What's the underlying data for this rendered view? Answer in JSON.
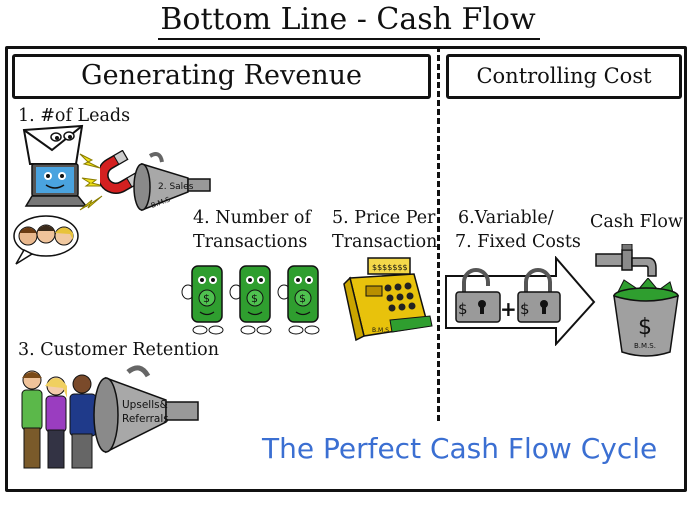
{
  "title": "Bottom Line - Cash Flow",
  "sections": {
    "generating_revenue": "Generating Revenue",
    "controlling_cost": "Controlling Cost"
  },
  "steps": {
    "leads": "1. #of Leads",
    "sales": "2. Sales",
    "retention": "3. Customer Retention",
    "transactions_line1": "4. Number of",
    "transactions_line2": "Transactions",
    "price_line1": "5. Price Per",
    "price_line2": "Transaction",
    "variable": "6.Variable/",
    "fixed": "7. Fixed Costs",
    "cash_flow": "Cash Flow"
  },
  "megaphone_labels": {
    "upsells_line1": "Upsells&",
    "upsells_line2": "Referrals"
  },
  "symbols": {
    "dollar": "$",
    "plus": "+",
    "bms": "B.M.S.",
    "bms_short": "B.M.S",
    "register_display": "$$$$$$$"
  },
  "footer": "The Perfect Cash Flow Cycle",
  "colors": {
    "cycle_text": "#3b6fd2",
    "money_green": "#2f9e2f",
    "register_yellow": "#e8c20c",
    "magnet_red": "#d42020",
    "metal_gray": "#9a9a9a"
  },
  "icons": [
    "envelope-icon",
    "laptop-icon",
    "magnet-icon",
    "megaphone-icon",
    "faces-icon",
    "dollar-character-icon",
    "cash-register-icon",
    "padlock-icon",
    "arrow-icon",
    "faucet-icon",
    "money-bucket-icon",
    "people-icon"
  ]
}
